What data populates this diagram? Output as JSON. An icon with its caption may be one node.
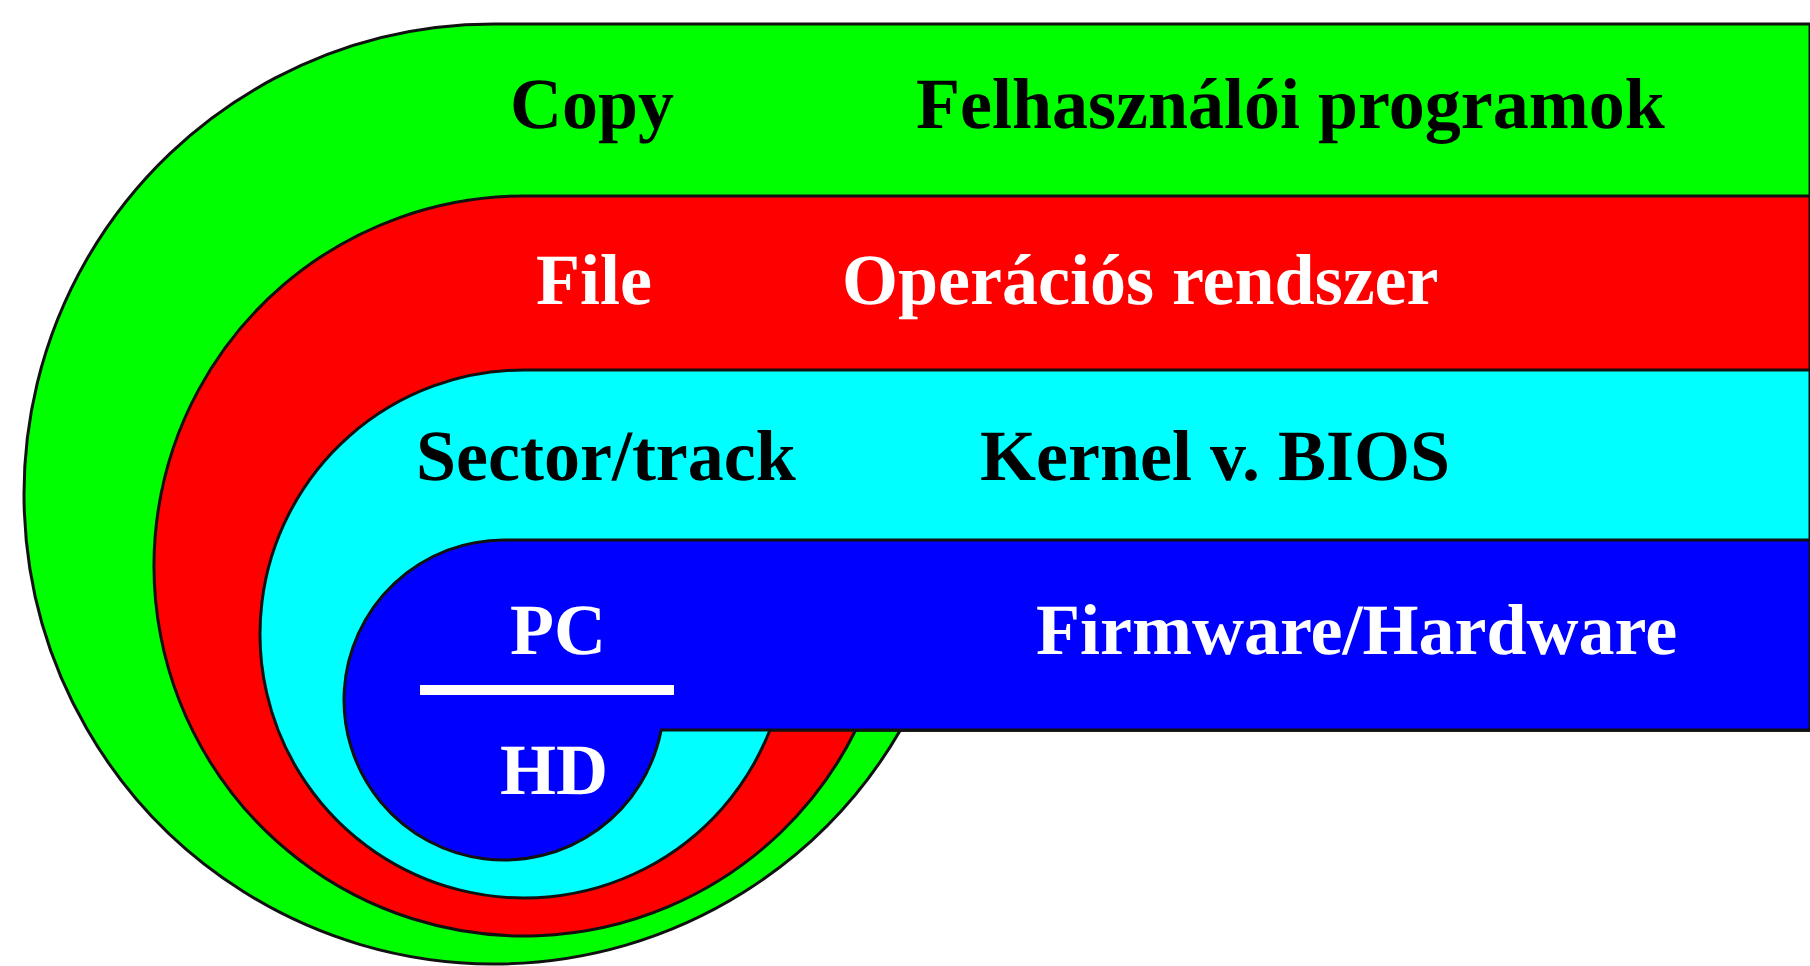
{
  "diagram": {
    "nodes": [
      {
        "text": [
          "Copy",
          "Felhasználói programok"
        ]
      },
      {
        "text": [
          "File",
          "Operációs rendszer"
        ],
        "in": 0
      },
      {
        "text": [
          "Sector/track",
          "Kernel v. BIOS"
        ],
        "in": 1
      },
      {
        "text": [
          "PC",
          "HD",
          "Firmware/Hardware"
        ],
        "in": 2
      }
    ]
  }
}
